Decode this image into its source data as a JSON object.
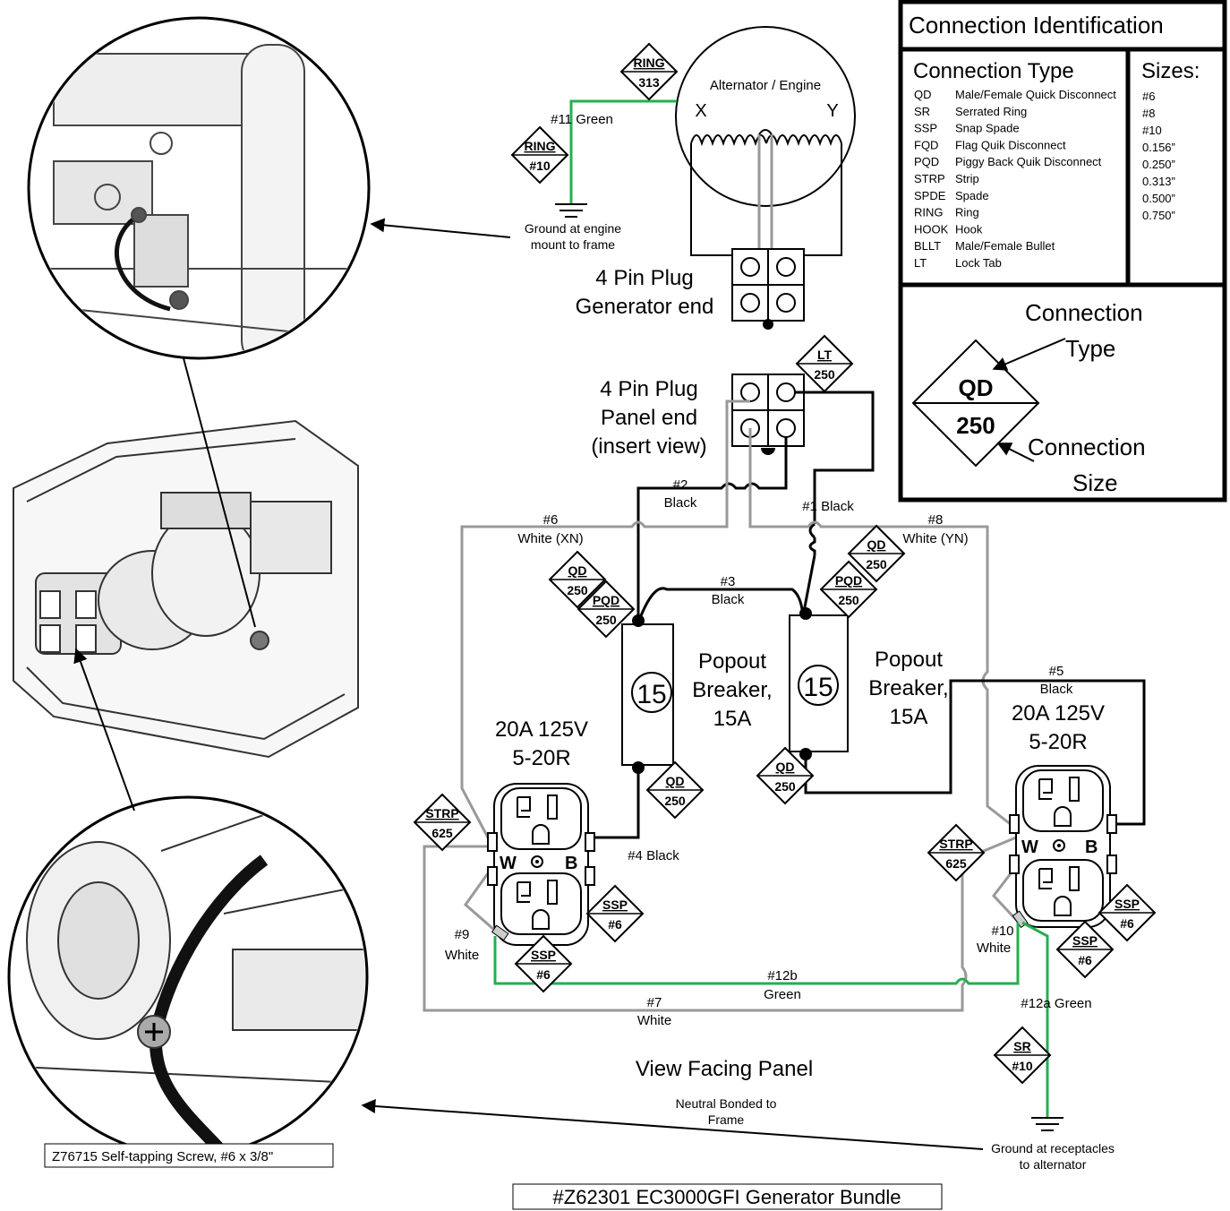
{
  "legend": {
    "title": "Connection Identification",
    "type_header": "Connection Type",
    "size_header": "Sizes:",
    "types": [
      {
        "code": "QD",
        "desc": "Male/Female Quick Disconnect"
      },
      {
        "code": "SR",
        "desc": "Serrated Ring"
      },
      {
        "code": "SSP",
        "desc": "Snap Spade"
      },
      {
        "code": "FQD",
        "desc": "Flag Quik Disconnect"
      },
      {
        "code": "PQD",
        "desc": "Piggy Back Quik Disconnect"
      },
      {
        "code": "STRP",
        "desc": "Strip"
      },
      {
        "code": "SPDE",
        "desc": "Spade"
      },
      {
        "code": "RING",
        "desc": "Ring"
      },
      {
        "code": "HOOK",
        "desc": "Hook"
      },
      {
        "code": "BLLT",
        "desc": "Male/Female Bullet"
      },
      {
        "code": "LT",
        "desc": "Lock Tab"
      }
    ],
    "sizes": [
      "#6",
      "#8",
      "#10",
      "0.156”",
      "0.250”",
      "0.313”",
      "0.500”",
      "0.750”"
    ],
    "key_type_line1": "Connection",
    "key_type_line2": "Type",
    "key_size_line1": "Connection",
    "key_size_line2": "Size",
    "key_tag_top": "QD",
    "key_tag_bottom": "250"
  },
  "labels": {
    "alternator": "Alternator / Engine",
    "x": "X",
    "y": "Y",
    "plug_gen_1": "4 Pin Plug",
    "plug_gen_2": "Generator end",
    "plug_panel_1": "4 Pin Plug",
    "plug_panel_2": "Panel end",
    "plug_panel_3": "(insert view)",
    "ground_engine_1": "Ground at engine",
    "ground_engine_2": "mount to frame",
    "wire11": "#11  Green",
    "wire2_num": "#2",
    "wire2_col": "Black",
    "wire1": "#1 Black",
    "wire6_num": "#6",
    "wire6_col": "White (XN)",
    "wire8_num": "#8",
    "wire8_col": "White (YN)",
    "wire3_num": "#3",
    "wire3_col": "Black",
    "wire5_num": "#5",
    "wire5_col": "Black",
    "wire4": "#4  Black",
    "wire9_num": "#9",
    "wire9_col": "White",
    "wire10_num": "#10",
    "wire10_col": "White",
    "wire12b_num": "#12b",
    "wire12b_col": "Green",
    "wire7_num": "#7",
    "wire7_col": "White",
    "wire12a": "#12a  Green",
    "breaker_rating": "15",
    "breaker_1": "Popout",
    "breaker_2": "Breaker,",
    "breaker_3": "15A",
    "recept_1": "20A 125V",
    "recept_2": "5-20R",
    "w": "W",
    "b": "B",
    "view": "View Facing Panel",
    "bond_1": "Neutral Bonded to",
    "bond_2": "Frame",
    "ground_recept_1": "Ground at receptacles",
    "ground_recept_2": "to alternator",
    "screw": "Z76715 Self-tapping Screw, #6 x 3/8\"",
    "bundle": "#Z62301 EC3000GFI Generator Bundle"
  },
  "tags": [
    {
      "id": "ring313",
      "top": "RING",
      "bottom": "313"
    },
    {
      "id": "ring10",
      "top": "RING",
      "bottom": "#10"
    },
    {
      "id": "lt250",
      "top": "LT",
      "bottom": "250"
    },
    {
      "id": "qd250a",
      "top": "QD",
      "bottom": "250"
    },
    {
      "id": "pqd250a",
      "top": "PQD",
      "bottom": "250"
    },
    {
      "id": "qd250b",
      "top": "QD",
      "bottom": "250"
    },
    {
      "id": "pqd250b",
      "top": "PQD",
      "bottom": "250"
    },
    {
      "id": "qd250c",
      "top": "QD",
      "bottom": "250"
    },
    {
      "id": "qd250d",
      "top": "QD",
      "bottom": "250"
    },
    {
      "id": "strp625a",
      "top": "STRP",
      "bottom": "625"
    },
    {
      "id": "strp625b",
      "top": "STRP",
      "bottom": "625"
    },
    {
      "id": "ssp6a",
      "top": "SSP",
      "bottom": "#6"
    },
    {
      "id": "ssp6b",
      "top": "SSP",
      "bottom": "#6"
    },
    {
      "id": "ssp6c",
      "top": "SSP",
      "bottom": "#6"
    },
    {
      "id": "ssp6d",
      "top": "SSP",
      "bottom": "#6"
    },
    {
      "id": "sr10",
      "top": "SR",
      "bottom": "#10"
    }
  ],
  "colors": {
    "green_wire": "#22b14c",
    "gray_wire": "#999999",
    "black_wire": "#000000"
  }
}
